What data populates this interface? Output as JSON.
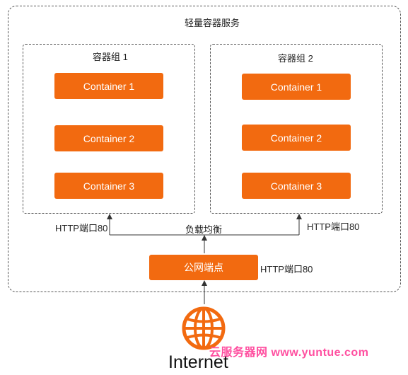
{
  "service_title": "轻量容器服务",
  "groups": [
    {
      "title": "容器组 1",
      "containers": [
        "Container 1",
        "Container 2",
        "Container 3"
      ]
    },
    {
      "title": "容器组 2",
      "containers": [
        "Container 1",
        "Container 2",
        "Container 3"
      ]
    }
  ],
  "port_labels": {
    "left": "HTTP端口80",
    "right": "HTTP端口80",
    "endpoint": "HTTP端口80"
  },
  "load_balancer_label": "负载均衡",
  "public_endpoint_label": "公网端点",
  "internet_label": "Internet",
  "watermark": "云服务器网 www.yuntue.com",
  "colors": {
    "accent": "#f26a10",
    "watermark": "#ff4fa0"
  }
}
